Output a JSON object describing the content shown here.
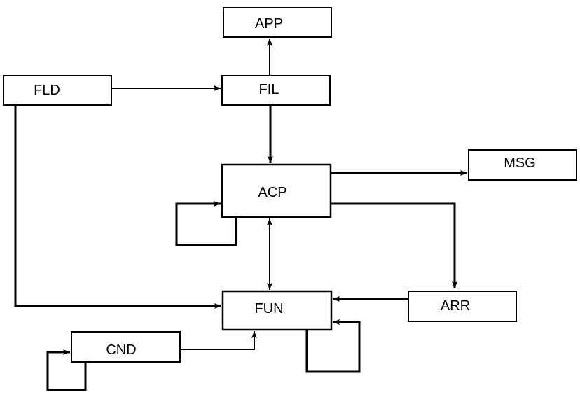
{
  "diagram": {
    "nodes": [
      {
        "id": "APP",
        "label": "APP"
      },
      {
        "id": "FLD",
        "label": "FLD"
      },
      {
        "id": "FIL",
        "label": "FIL"
      },
      {
        "id": "ACP",
        "label": "ACP"
      },
      {
        "id": "MSG",
        "label": "MSG"
      },
      {
        "id": "ARR",
        "label": "ARR"
      },
      {
        "id": "FUN",
        "label": "FUN"
      },
      {
        "id": "CND",
        "label": "CND"
      }
    ],
    "edges": [
      {
        "from": "FIL",
        "to": "APP"
      },
      {
        "from": "FLD",
        "to": "FIL"
      },
      {
        "from": "FIL",
        "to": "ACP"
      },
      {
        "from": "ACP",
        "to": "MSG"
      },
      {
        "from": "ACP",
        "to": "ARR"
      },
      {
        "from": "ACP",
        "to": "ACP",
        "note": "self-loop"
      },
      {
        "from": "ACP",
        "to": "FUN",
        "note": "bidirectional"
      },
      {
        "from": "FLD",
        "to": "FUN"
      },
      {
        "from": "ARR",
        "to": "FUN"
      },
      {
        "from": "FUN",
        "to": "FUN",
        "note": "self-loop"
      },
      {
        "from": "CND",
        "to": "FUN"
      },
      {
        "from": "CND",
        "to": "CND",
        "note": "self-loop"
      }
    ]
  }
}
